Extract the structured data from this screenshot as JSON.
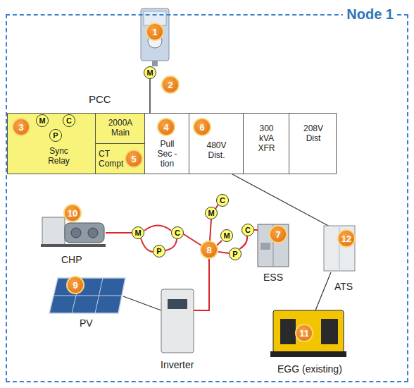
{
  "diagram": {
    "nodes": [
      {
        "text": [
          "Node 1"
        ]
      },
      {
        "text": [
          "Sync Relay"
        ],
        "in": 0
      },
      {
        "text": [
          "2000A Main"
        ],
        "in": 0
      },
      {
        "text": [
          "CT Compt"
        ],
        "in": 0
      },
      {
        "text": [
          "Pull Sec -tion"
        ],
        "in": 0
      },
      {
        "text": [
          "480V Dist."
        ],
        "in": 0
      },
      {
        "text": [
          "300 kVA XFR"
        ],
        "in": 0
      },
      {
        "text": [
          "208V Dist"
        ],
        "in": 0
      }
    ],
    "labels": [
      "1",
      "M",
      "2",
      "PCC",
      "3",
      "M",
      "C",
      "P",
      "4",
      "5",
      "6",
      "10",
      "CHP",
      "M",
      "P",
      "C",
      "M",
      "C",
      "8",
      "M",
      "P",
      "C",
      "7",
      "ESS",
      "9",
      "PV",
      "Inverter",
      "12",
      "ATS",
      "11",
      "EGG (existing)"
    ]
  }
}
